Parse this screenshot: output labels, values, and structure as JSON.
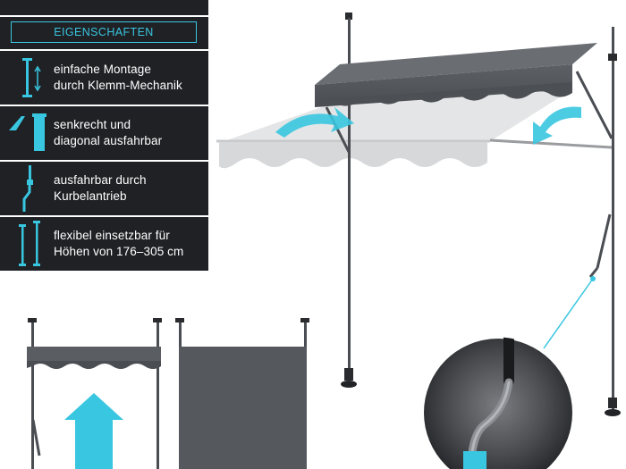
{
  "header": {
    "label": "EIGENSCHAFTEN"
  },
  "features": [
    {
      "line1": "einfache Montage",
      "line2": "durch Klemm-Mechanik",
      "icon": "vertical-arrow-icon"
    },
    {
      "line1": "senkrecht und",
      "line2": "diagonal ausfahrbar",
      "icon": "awning-tilt-icon"
    },
    {
      "line1": "ausfahrbar durch",
      "line2": "Kurbelantrieb",
      "icon": "crank-icon"
    },
    {
      "line1": "flexibel einsetzbar für",
      "line2": "Höhen von 176–305 cm",
      "icon": "height-poles-icon"
    }
  ],
  "colors": {
    "panel": "#1f2125",
    "accent": "#39c6e0",
    "fabric": "#55585d",
    "pole": "#4a4d52"
  }
}
